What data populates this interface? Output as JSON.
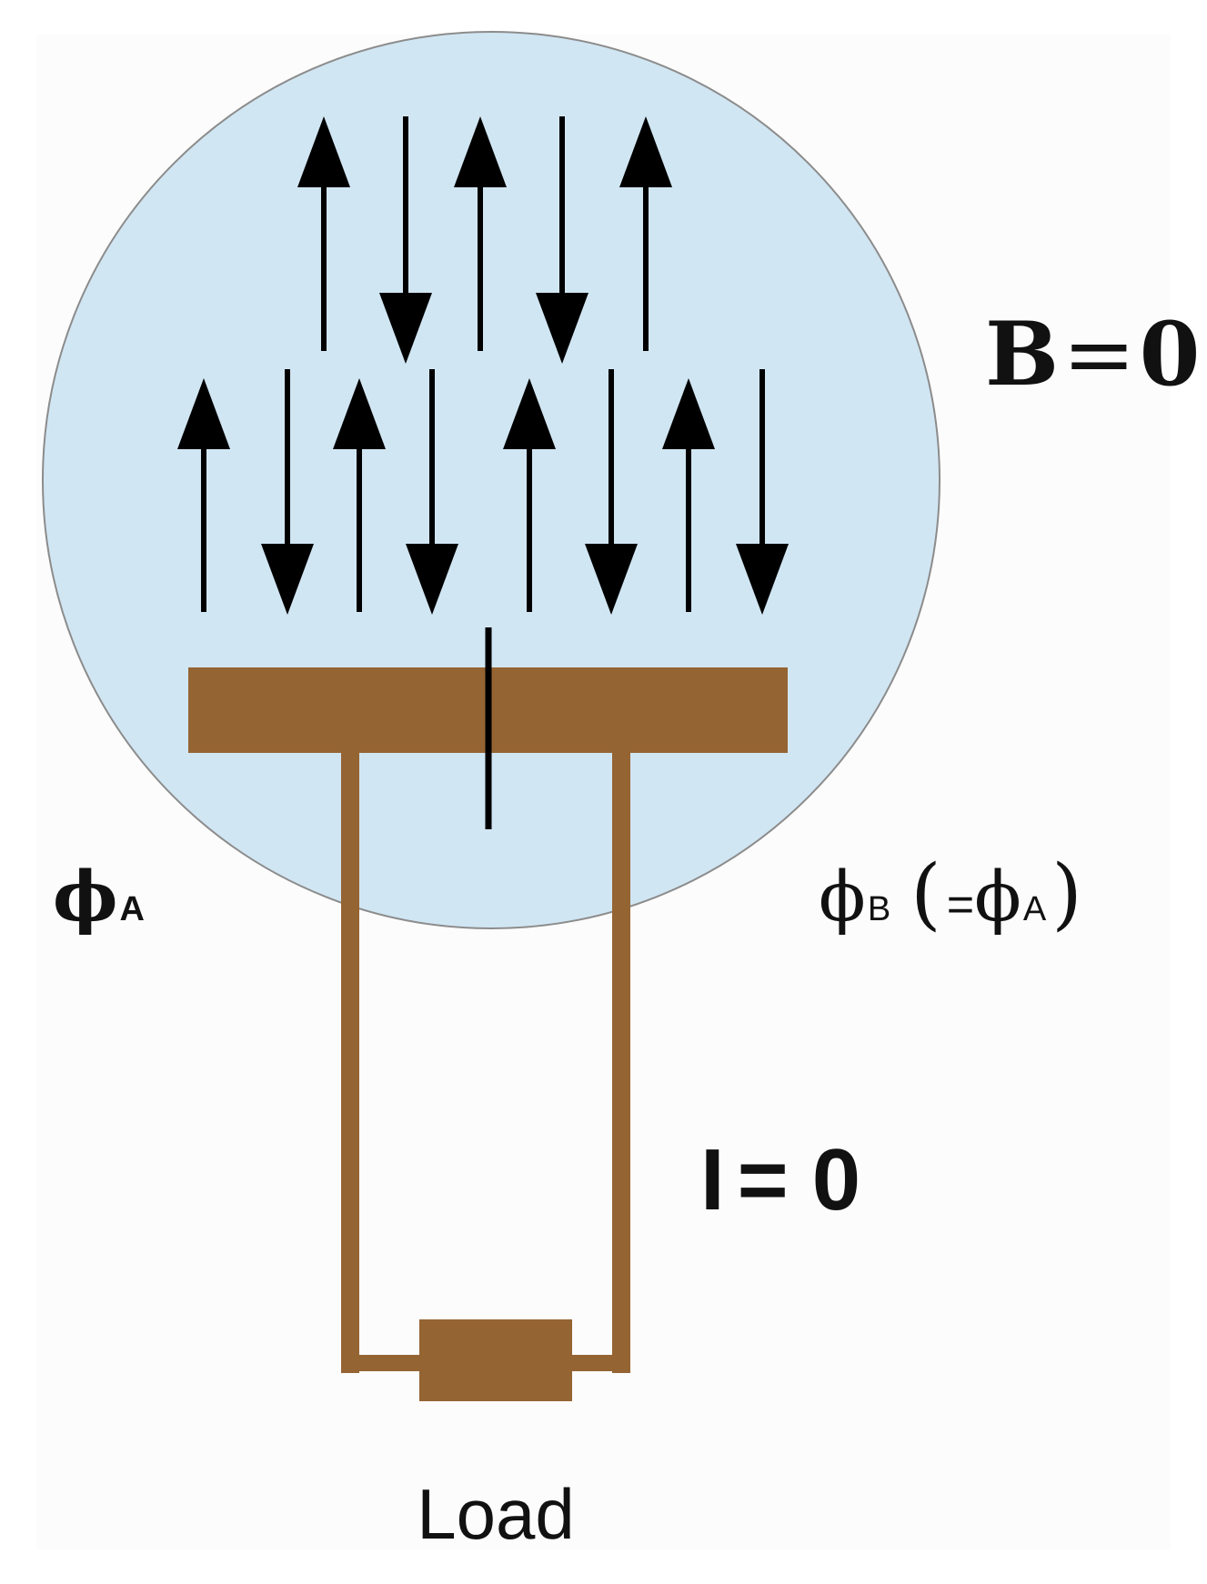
{
  "colors": {
    "panel_background": "#fcfcfc",
    "region_fill": "#d1e6f3",
    "region_stroke": "#8c8c8c",
    "conductor": "#956433",
    "arrow": "#000000",
    "text": "#111111"
  },
  "field_arrows": {
    "top_row": [
      "up",
      "down",
      "up",
      "down",
      "up"
    ],
    "bottom_row": [
      "up",
      "down",
      "up",
      "down",
      "up",
      "down",
      "up",
      "down"
    ]
  },
  "labels": {
    "field": {
      "symbol": "B",
      "equals": "=",
      "value": "0"
    },
    "potential_a": {
      "symbol": "ϕ",
      "subscript": "A"
    },
    "potential_b": {
      "symbol": "ϕ",
      "subscript": "B",
      "open_paren": "(",
      "equals": "=",
      "inner_symbol": "ϕ",
      "inner_subscript": "A",
      "close_paren": ")"
    },
    "current": {
      "symbol": "I",
      "equals": "=",
      "value": "0"
    },
    "load": "Load"
  }
}
